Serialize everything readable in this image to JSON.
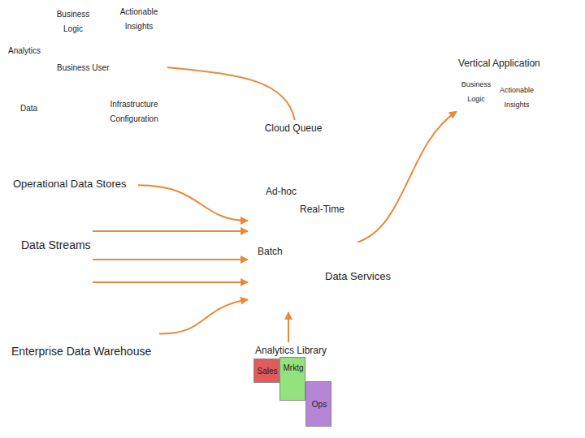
{
  "diagram": {
    "nodes": [
      {
        "text": [
          "Business Logic",
          "Actionable Insights",
          "Analytics",
          "Business User",
          "Infrastructure Configuration",
          "Data"
        ]
      },
      {
        "text": [
          "Vertical Application",
          "Business Logic",
          "Actionable Insights"
        ]
      },
      {
        "text": [
          "Data Services"
        ]
      },
      {
        "text": [
          "Cloud Queue"
        ],
        "in": 2
      },
      {
        "text": [
          "Ad-hoc",
          "Real-Time",
          "Batch"
        ],
        "in": 2
      },
      {
        "text": [
          "Operational Data Stores"
        ]
      },
      {
        "text": [
          "Data Streams"
        ]
      },
      {
        "text": [
          "Enterprise Data Warehouse"
        ]
      },
      {
        "text": [
          "Analytics Library"
        ]
      },
      {
        "text": [
          "Sales"
        ],
        "in": 8
      },
      {
        "text": [
          "Mrktg"
        ],
        "in": 8
      },
      {
        "text": [
          "Ops"
        ],
        "in": 8
      }
    ],
    "edges": [
      {
        "from": 0,
        "to": 3,
        "arrow": "none"
      },
      {
        "from": 4,
        "to": 1,
        "arrow": "to"
      },
      {
        "from": 5,
        "to": 4,
        "arrow": "to"
      },
      {
        "from": 6,
        "to": 4,
        "arrow": "to"
      },
      {
        "from": 6,
        "to": 4,
        "arrow": "to"
      },
      {
        "from": 6,
        "to": 4,
        "arrow": "to"
      },
      {
        "from": 7,
        "to": 4,
        "arrow": "to"
      },
      {
        "from": 8,
        "to": 4,
        "arrow": "to"
      }
    ]
  }
}
